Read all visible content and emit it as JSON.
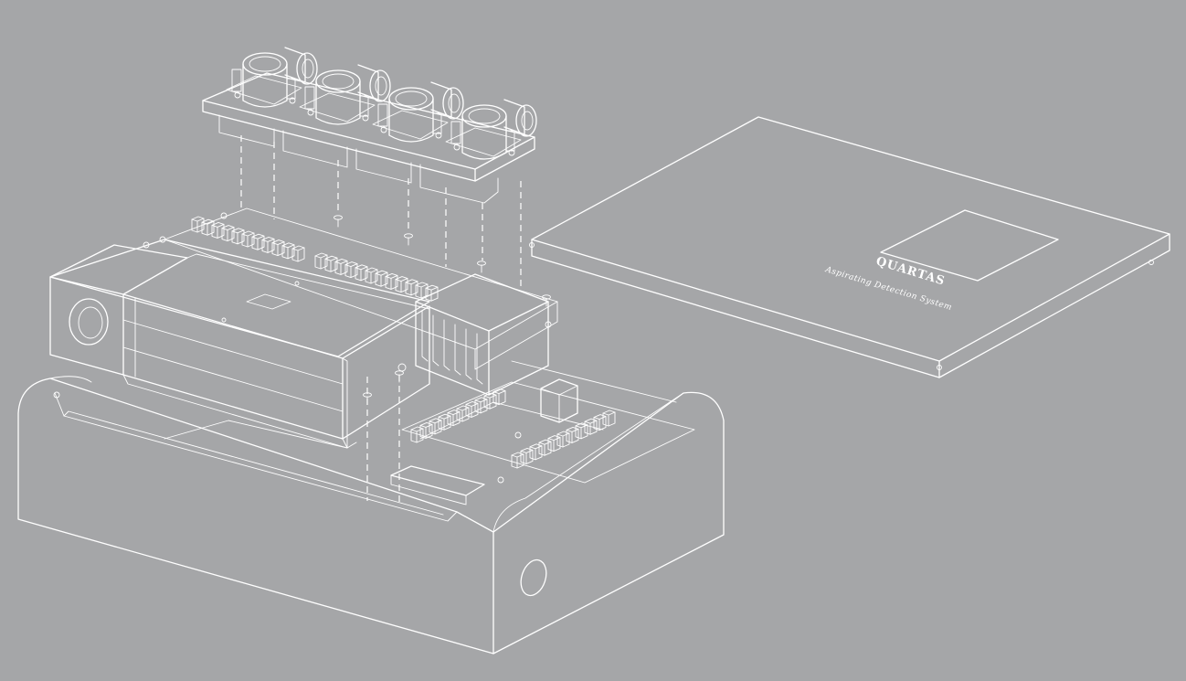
{
  "colors": {
    "background": "#a5a6a8",
    "line": "#ffffff"
  },
  "lid": {
    "brand": "QUARTAS",
    "subtitle": "Aspirating Detection System"
  },
  "parts": {
    "pipe_module_count": 4
  }
}
